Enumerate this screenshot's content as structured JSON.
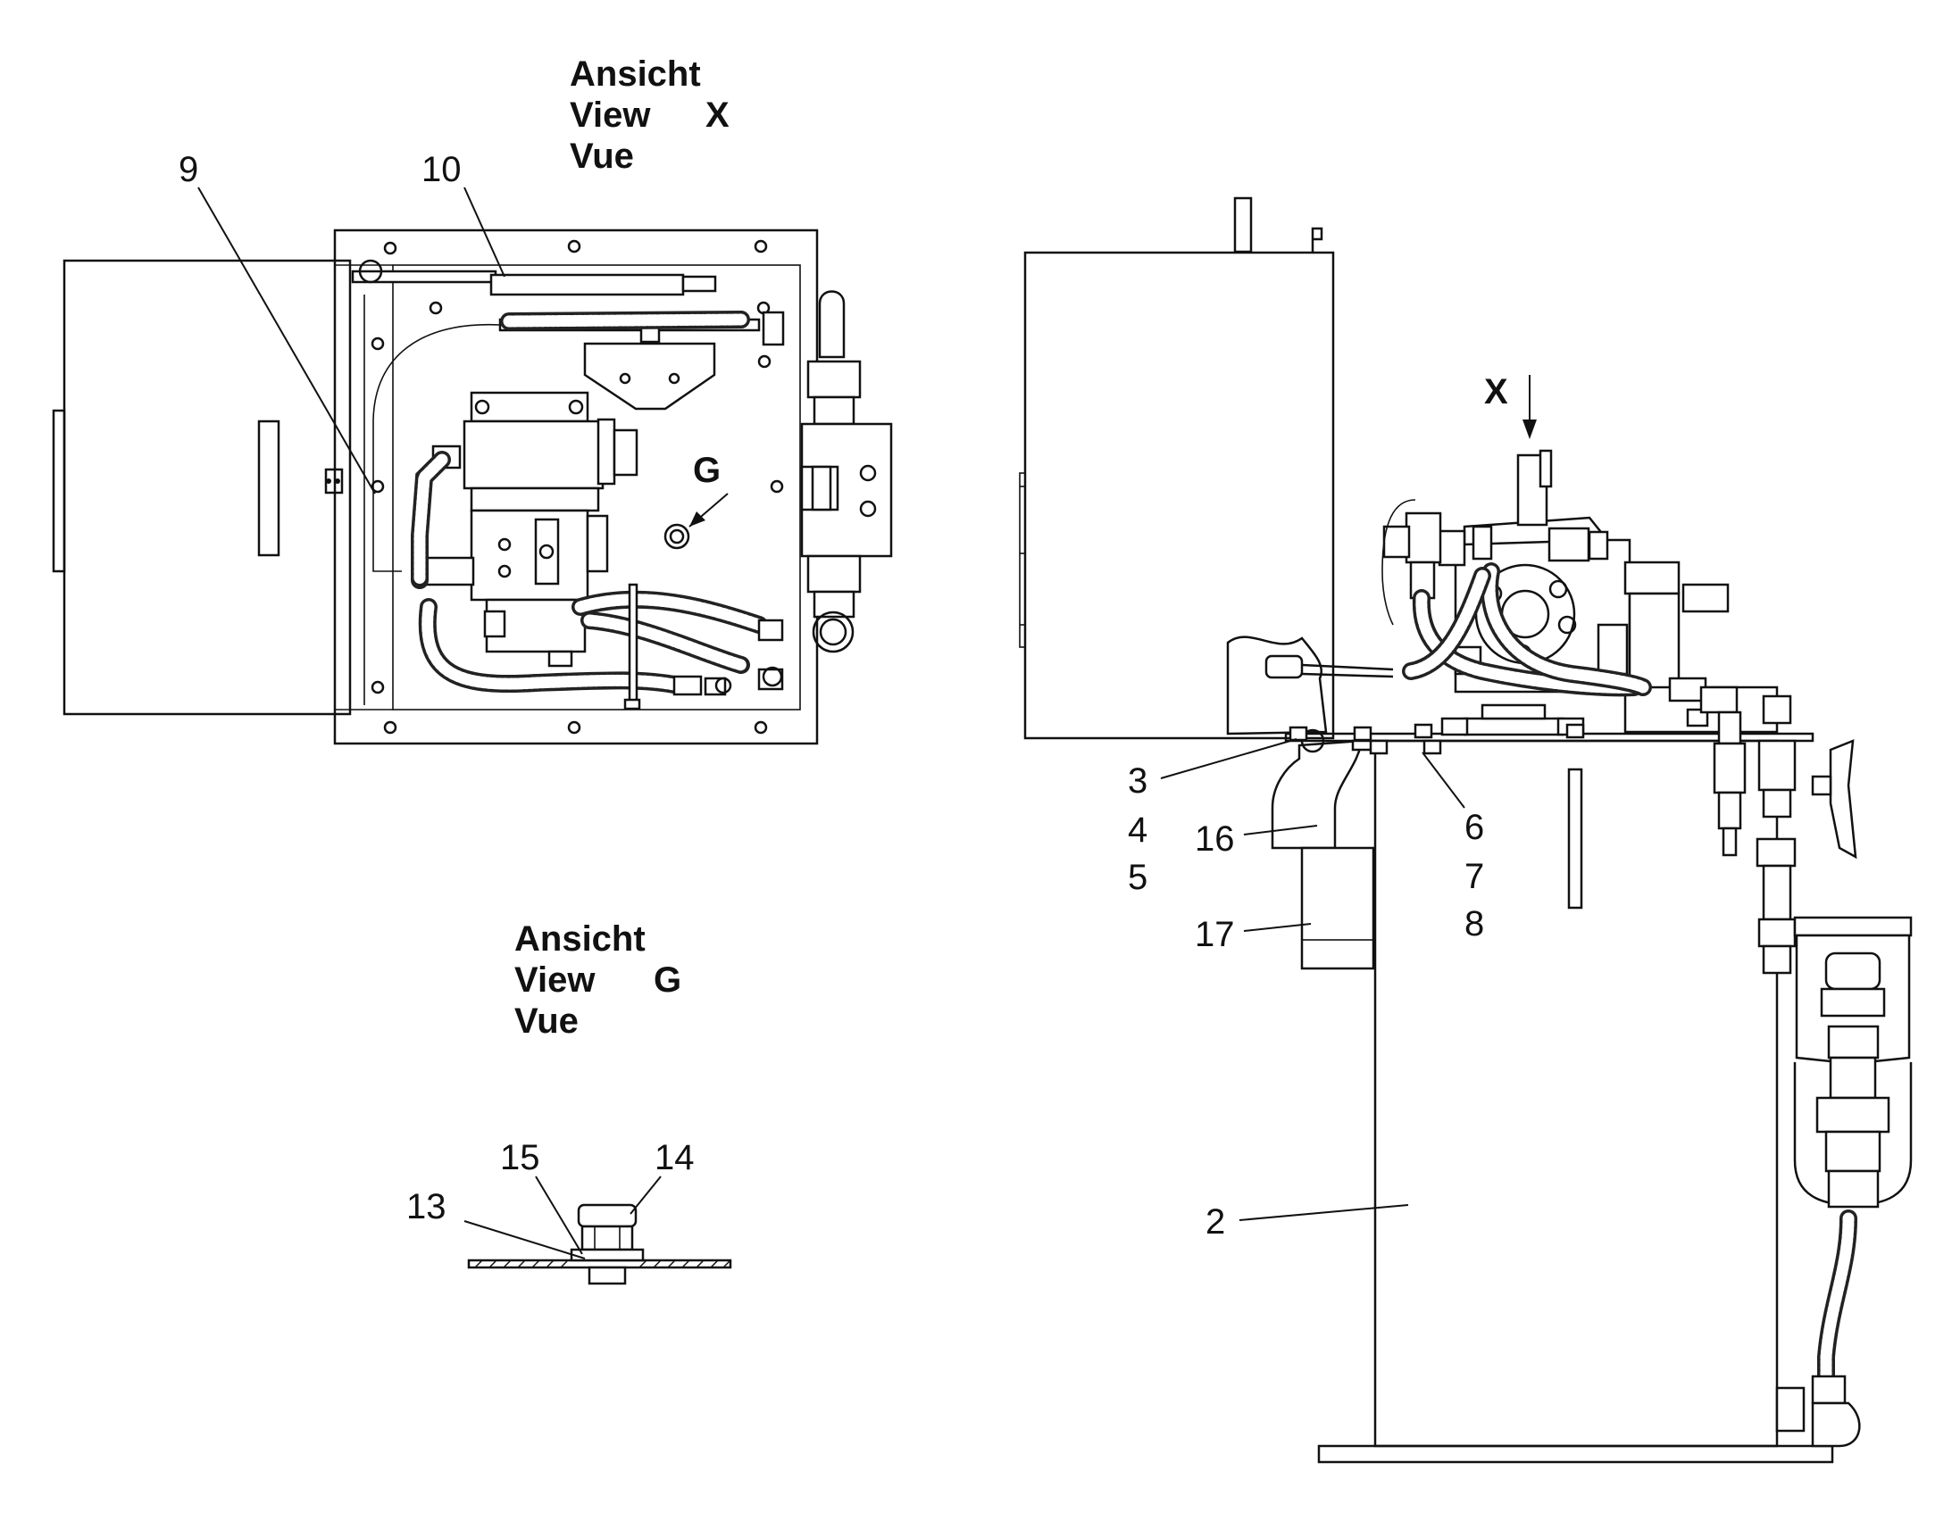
{
  "view_x": {
    "heading": [
      "Ansicht",
      "View",
      "Vue"
    ],
    "letter": "X"
  },
  "view_g": {
    "heading": [
      "Ansicht",
      "View",
      "Vue"
    ],
    "letter": "G"
  },
  "markers": {
    "x": "X",
    "g": "G"
  },
  "callouts": {
    "c9": "9",
    "c10": "10",
    "c3": "3",
    "c4": "4",
    "c5": "5",
    "c16": "16",
    "c17": "17",
    "c6": "6",
    "c7": "7",
    "c8": "8",
    "c2": "2",
    "c13": "13",
    "c14": "14",
    "c15": "15"
  }
}
